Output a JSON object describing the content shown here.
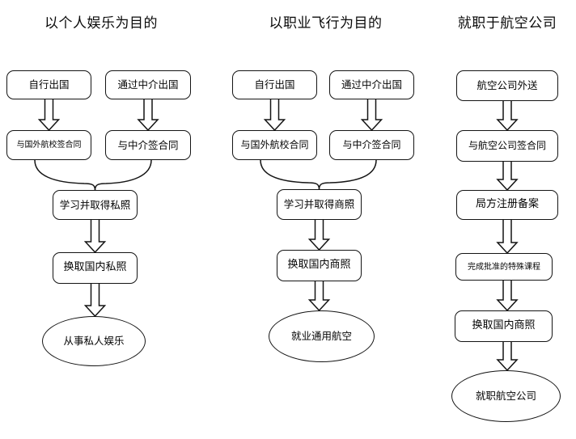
{
  "diagram": {
    "columns": [
      {
        "title": "以个人娱乐为目的",
        "nodes": {
          "go_self": "自行出国",
          "go_agency": "通过中介出国",
          "sign_school": "与国外航校签合同",
          "sign_agency": "与中介签合同",
          "study": "学习并取得私照",
          "exchange": "换取国内私照",
          "outcome": "从事私人娱乐"
        }
      },
      {
        "title": "以职业飞行为目的",
        "nodes": {
          "go_self": "自行出国",
          "go_agency": "通过中介出国",
          "sign_school": "与国外航校合同",
          "sign_agency": "与中介签合同",
          "study": "学习并取得商照",
          "exchange": "换取国内商照",
          "outcome": "就业通用航空"
        }
      },
      {
        "title": "就职于航空公司",
        "nodes": {
          "sent_out": "航空公司外送",
          "sign_airline": "与航空公司签合同",
          "register": "局方注册备案",
          "special_course": "完成批准的特殊课程",
          "exchange": "换取国内商照",
          "outcome": "就职航空公司"
        }
      }
    ],
    "line_color": "#141414",
    "background": "#ffffff"
  }
}
